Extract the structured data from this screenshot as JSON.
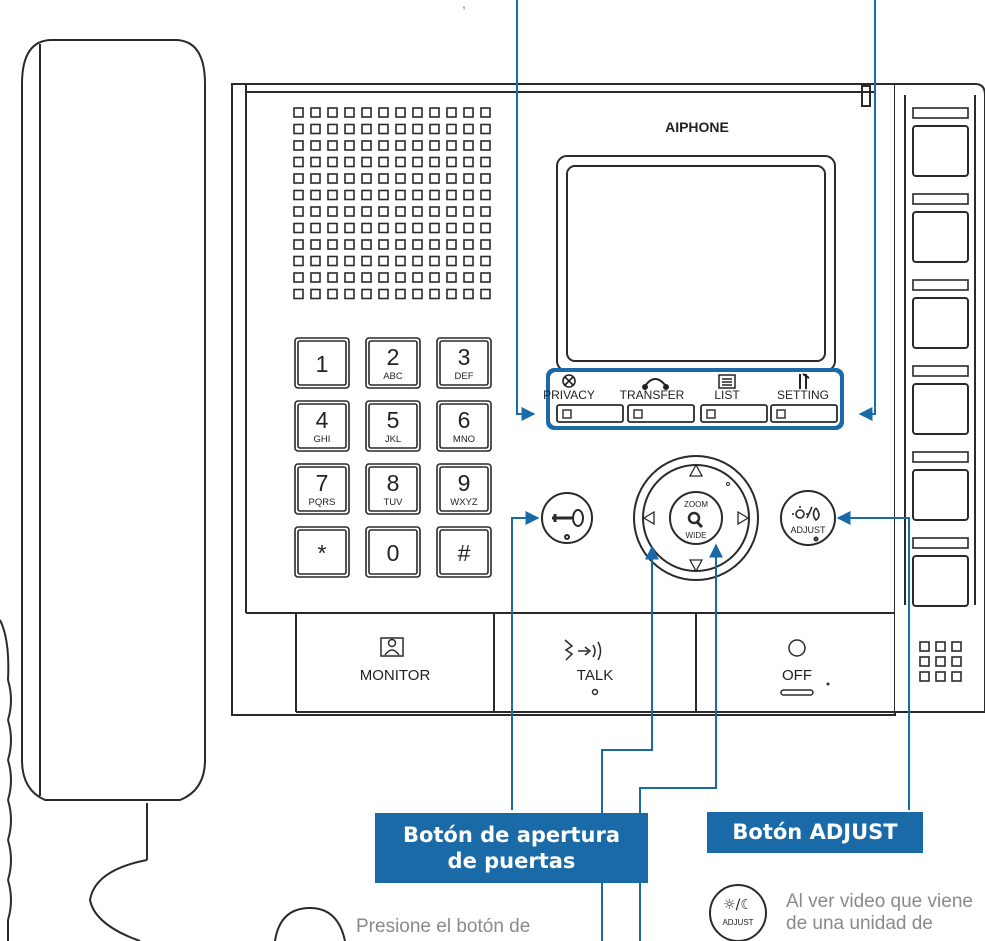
{
  "brand": "AIPHONE",
  "keypad": [
    {
      "main": "1",
      "sub": ""
    },
    {
      "main": "2",
      "sub": "ABC"
    },
    {
      "main": "3",
      "sub": "DEF"
    },
    {
      "main": "4",
      "sub": "GHI"
    },
    {
      "main": "5",
      "sub": "JKL"
    },
    {
      "main": "6",
      "sub": "MNO"
    },
    {
      "main": "7",
      "sub": "PQRS"
    },
    {
      "main": "8",
      "sub": "TUV"
    },
    {
      "main": "9",
      "sub": "WXYZ"
    },
    {
      "main": "*",
      "sub": ""
    },
    {
      "main": "0",
      "sub": ""
    },
    {
      "main": "#",
      "sub": ""
    }
  ],
  "softkeys": [
    "PRIVACY",
    "TRANSFER",
    "LIST",
    "SETTING"
  ],
  "nav": {
    "zoom": "ZOOM",
    "wide": "WIDE"
  },
  "adjust_key": "ADJUST",
  "bottom_buttons": {
    "monitor": "MONITOR",
    "talk": "TALK",
    "off": "OFF"
  },
  "callouts": {
    "door_title_line1": "Botón de apertura",
    "door_title_line2": "de puertas",
    "door_desc": "Presione el botón de",
    "adjust_title": "Botón ADJUST",
    "adjust_desc_line1": "Al ver video que viene",
    "adjust_desc_line2": "de una unidad de"
  },
  "colors": {
    "callout": "#1b6aa8",
    "outline": "#2a2a2a"
  },
  "icons": [
    "privacy-icon",
    "transfer-icon",
    "list-icon",
    "setting-icon",
    "door-key-icon",
    "zoom-magnifier-icon",
    "adjust-sun-moon-icon",
    "monitor-person-icon",
    "talk-voice-icon",
    "off-circle-icon"
  ]
}
